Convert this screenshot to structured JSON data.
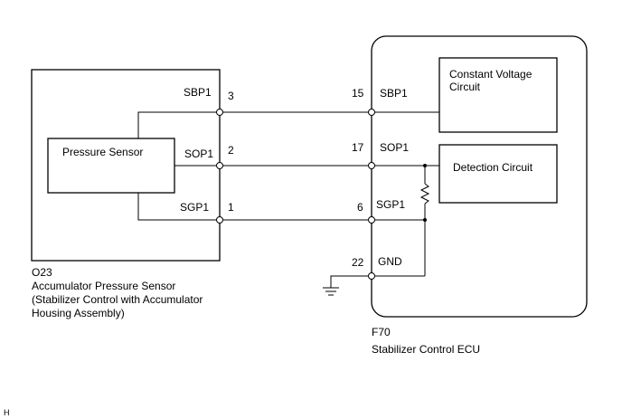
{
  "sensor": {
    "connector": "O23",
    "name_line1": "Accumulator Pressure Sensor",
    "name_line2": "(Stabilizer Control with Accumulator",
    "name_line3": "Housing Assembly)",
    "inner_block": "Pressure Sensor",
    "pins": [
      {
        "label": "SBP1",
        "number": "3"
      },
      {
        "label": "SOP1",
        "number": "2"
      },
      {
        "label": "SGP1",
        "number": "1"
      }
    ]
  },
  "ecu": {
    "connector": "F70",
    "name": "Stabilizer Control ECU",
    "block_voltage_line1": "Constant Voltage",
    "block_voltage_line2": "Circuit",
    "block_detection": "Detection Circuit",
    "pins": [
      {
        "number": "15",
        "label": "SBP1"
      },
      {
        "number": "17",
        "label": "SOP1"
      },
      {
        "number": "6",
        "label": "SGP1"
      },
      {
        "number": "22",
        "label": "GND"
      }
    ]
  },
  "corner_mark": "H",
  "colors": {
    "line": "#000000",
    "background": "#ffffff"
  }
}
